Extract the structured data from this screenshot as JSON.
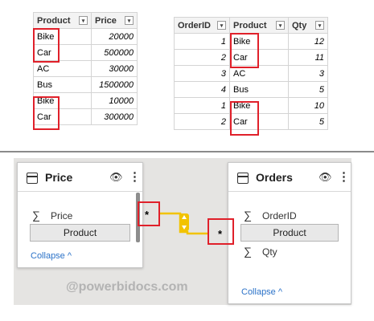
{
  "price_table": {
    "headers": [
      "Product",
      "Price"
    ],
    "rows": [
      [
        "Bike",
        "20000"
      ],
      [
        "Car",
        "500000"
      ],
      [
        "AC",
        "30000"
      ],
      [
        "Bus",
        "1500000"
      ],
      [
        "Bike",
        "10000"
      ],
      [
        "Car",
        "300000"
      ]
    ]
  },
  "orders_table": {
    "headers": [
      "OrderID",
      "Product",
      "Qty"
    ],
    "rows": [
      [
        "1",
        "Bike",
        "12"
      ],
      [
        "2",
        "Car",
        "11"
      ],
      [
        "3",
        "AC",
        "3"
      ],
      [
        "4",
        "Bus",
        "5"
      ],
      [
        "1",
        "Bike",
        "10"
      ],
      [
        "2",
        "Car",
        "5"
      ]
    ]
  },
  "model": {
    "price_card": {
      "title": "Price",
      "fields": [
        "Price"
      ],
      "key_field": "Product",
      "collapse": "Collapse"
    },
    "orders_card": {
      "title": "Orders",
      "fields_before": [
        "OrderID"
      ],
      "key_field": "Product",
      "fields_after": [
        "Qty"
      ],
      "collapse": "Collapse"
    },
    "cardinality_left": "*",
    "cardinality_right": "*"
  },
  "icons": {
    "dropdown": "▾",
    "sigma": "∑",
    "eye": "👁",
    "kebab": "⋮",
    "chevron_up": "^"
  },
  "colors": {
    "highlight_red": "#e0202a",
    "relationship_yellow": "#f2c300",
    "link_blue": "#2b72c8"
  },
  "watermark": "@powerbidocs.com"
}
